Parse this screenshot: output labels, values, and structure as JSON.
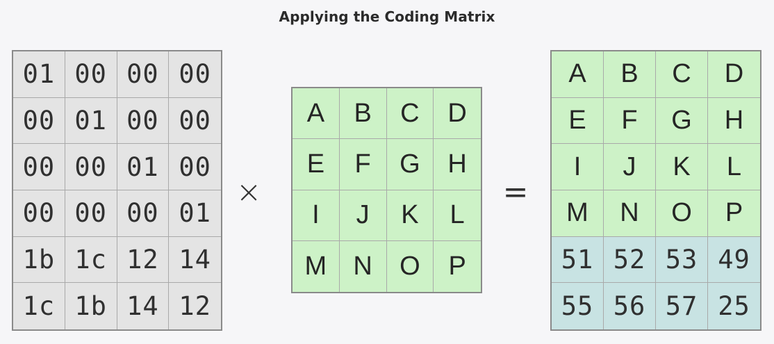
{
  "title": "Applying the Coding Matrix",
  "operators": {
    "times": "×",
    "equals": "="
  },
  "coding_matrix": {
    "rows": [
      [
        "01",
        "00",
        "00",
        "00"
      ],
      [
        "00",
        "01",
        "00",
        "00"
      ],
      [
        "00",
        "00",
        "01",
        "00"
      ],
      [
        "00",
        "00",
        "00",
        "01"
      ],
      [
        "1b",
        "1c",
        "12",
        "14"
      ],
      [
        "1c",
        "1b",
        "14",
        "12"
      ]
    ]
  },
  "message_matrix": {
    "rows": [
      [
        "A",
        "B",
        "C",
        "D"
      ],
      [
        "E",
        "F",
        "G",
        "H"
      ],
      [
        "I",
        "J",
        "K",
        "L"
      ],
      [
        "M",
        "N",
        "O",
        "P"
      ]
    ]
  },
  "result_matrix": {
    "rows": [
      [
        "A",
        "B",
        "C",
        "D"
      ],
      [
        "E",
        "F",
        "G",
        "H"
      ],
      [
        "I",
        "J",
        "K",
        "L"
      ],
      [
        "M",
        "N",
        "O",
        "P"
      ],
      [
        "51",
        "52",
        "53",
        "49"
      ],
      [
        "55",
        "56",
        "57",
        "25"
      ]
    ],
    "code_row_start": 4
  },
  "colors": {
    "coding_cell": "#e4e4e4",
    "message_cell": "#cdf2c7",
    "code_cell": "#c8e3e3",
    "border": "#8a8a8a"
  }
}
